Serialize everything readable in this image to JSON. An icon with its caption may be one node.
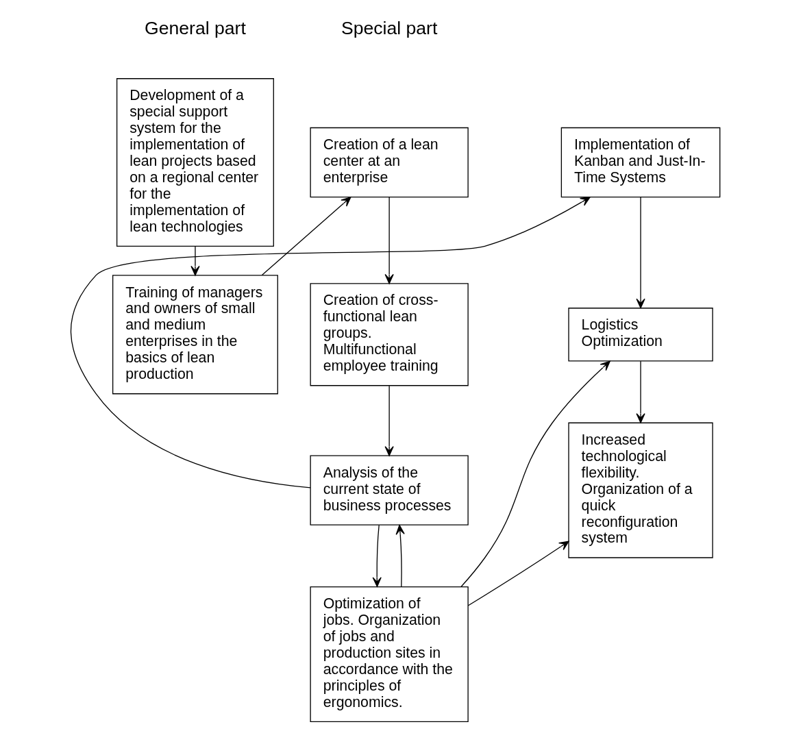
{
  "diagram": {
    "nodes": [
      {
        "text": [
          "Development of a special support system for the implementation of lean projects based on a regional center for the implementation of lean technologies"
        ]
      },
      {
        "text": [
          "Training of managers and owners of small and medium enterprises in the basics of lean production"
        ]
      },
      {
        "text": [
          "Creation of a lean center at an enterprise"
        ]
      },
      {
        "text": [
          "Creation of cross-functional lean groups. Multifunctional employee training"
        ]
      },
      {
        "text": [
          "Analysis of the current state of business processes"
        ]
      },
      {
        "text": [
          "Optimization of jobs. Organization of jobs and production sites in accordance with the principles of ergonomics."
        ]
      },
      {
        "text": [
          "Implementation of Kanban and Just-In-Time Systems"
        ]
      },
      {
        "text": [
          "Logistics Optimization"
        ]
      },
      {
        "text": [
          "Increased technological flexibility. Organization of a quick reconfiguration system"
        ]
      }
    ],
    "edges": [
      {
        "from": 0,
        "to": 1,
        "arrow": "to"
      },
      {
        "from": 1,
        "to": 2,
        "arrow": "to"
      },
      {
        "from": 2,
        "to": 3,
        "arrow": "to"
      },
      {
        "from": 3,
        "to": 4,
        "arrow": "to"
      },
      {
        "from": 4,
        "to": 5,
        "arrow": "to"
      },
      {
        "from": 4,
        "to": 6,
        "arrow": "to"
      },
      {
        "from": 6,
        "to": 7,
        "arrow": "to"
      },
      {
        "from": 7,
        "to": 8,
        "arrow": "to"
      },
      {
        "from": 5,
        "to": 4,
        "arrow": "to"
      },
      {
        "from": 5,
        "to": 7,
        "arrow": "to"
      },
      {
        "from": 5,
        "to": 8,
        "arrow": "to"
      }
    ],
    "labels": [
      "General part",
      "Special part"
    ]
  }
}
